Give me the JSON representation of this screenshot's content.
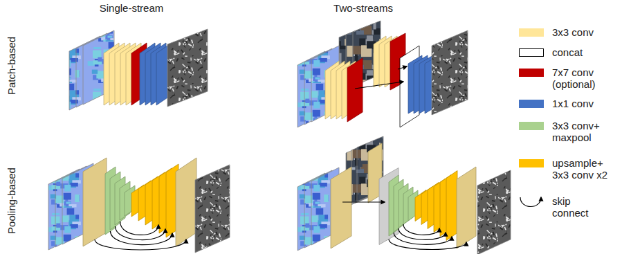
{
  "diagram": {
    "labels": [
      "Single-stream",
      "Two-streams",
      "Patch-based",
      "Pooling-based"
    ],
    "legend": [
      {
        "text": "3x3 conv",
        "color": "#ffe699"
      },
      {
        "text": "concat"
      },
      {
        "text": "7x7 conv (optional)",
        "color": "#c00000"
      },
      {
        "text": "1x1 conv",
        "color": "#4472c4"
      },
      {
        "text": "3x3 conv+ maxpool",
        "color": "#a9d18e"
      },
      {
        "text": "upsample+ 3x3 conv x2",
        "color": "#ffc000"
      },
      {
        "text": "skip connect"
      }
    ]
  }
}
